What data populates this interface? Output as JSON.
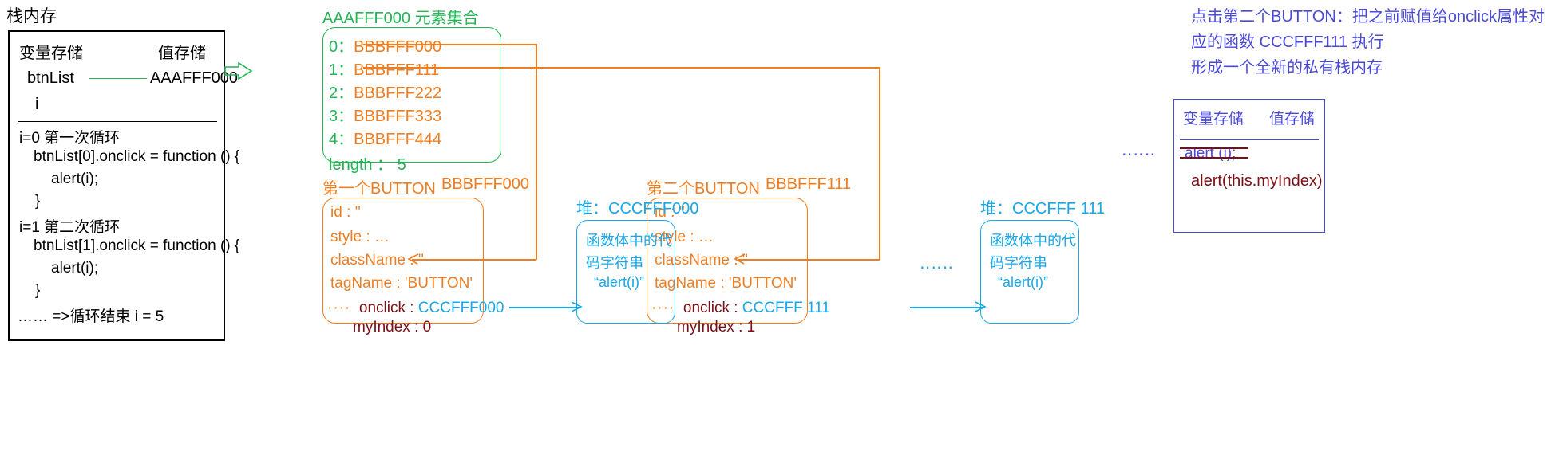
{
  "colors": {
    "black": "#000000",
    "green": "#22b455",
    "orange": "#f07d20",
    "blue": "#19a7e8",
    "indigo": "#4a4ad8",
    "maroon": "#7c0f16"
  },
  "stack": {
    "title": "栈内存",
    "header_variable": "变量存储",
    "header_value": "值存储",
    "rows": [
      {
        "name": "btnList",
        "value": "AAAFFF000"
      },
      {
        "name": "i",
        "value": ""
      }
    ],
    "code": [
      "i=0  第一次循环",
      "btnList[0].onclick = function () {",
      "alert(i);",
      "}",
      "i=1 第二次循环",
      "btnList[1].onclick = function () {",
      "alert(i);",
      "}",
      "……   =>循环结束 i = 5"
    ]
  },
  "array": {
    "title": "AAAFFF000 元素集合",
    "items": [
      {
        "index": "0",
        "sep": "：",
        "address": "BBBFFF000"
      },
      {
        "index": "1",
        "sep": "：",
        "address": "BBBFFF111"
      },
      {
        "index": "2",
        "sep": "：",
        "address": "BBBFFF222"
      },
      {
        "index": "3",
        "sep": "：",
        "address": "BBBFFF333"
      },
      {
        "index": "4",
        "sep": "：",
        "address": "BBBFFF444"
      }
    ],
    "length_label": "length ：",
    "length_value": "5"
  },
  "buttons": [
    {
      "title": "第一个BUTTON",
      "address": "BBBFFF000",
      "props": {
        "id": "id : ''",
        "style": "style : …",
        "className": "className : ''",
        "tagName": "tagName : 'BUTTON'",
        "dots": "····",
        "onclick_key": "onclick : ",
        "onclick_value": "CCCFFF000",
        "myIndex": "myIndex : 0"
      }
    },
    {
      "title": "第二个BUTTON",
      "address": "BBBFFF111",
      "props": {
        "id": "id : ''",
        "style": "style : …",
        "className": "className : ''",
        "tagName": "tagName : 'BUTTON'",
        "dots": "····",
        "onclick_key": "onclick : ",
        "onclick_value": "CCCFFF 111",
        "myIndex": "myIndex : 1"
      }
    }
  ],
  "heaps": [
    {
      "title": "堆：CCCFFF000",
      "line1": "函数体中的代",
      "line2": "码字符串",
      "line3": "“alert(i)”"
    },
    {
      "title": "堆：CCCFFF 111",
      "line1": "函数体中的代",
      "line2": "码字符串",
      "line3": "“alert(i)”"
    }
  ],
  "annotation": {
    "line1": "点击第二个BUTTON：把之前赋值给onclick属性对",
    "line2": "应的函数 CCCFFF111 执行",
    "line3": "形成一个全新的私有栈内存"
  },
  "private_scope": {
    "header_variable": "变量存储",
    "header_value": "值存储",
    "struck_line": "alert (i);",
    "new_line": "alert(this.myIndex)"
  },
  "misc": {
    "dots_right": "‥‥‥",
    "dots_low": "‥‥‥"
  }
}
